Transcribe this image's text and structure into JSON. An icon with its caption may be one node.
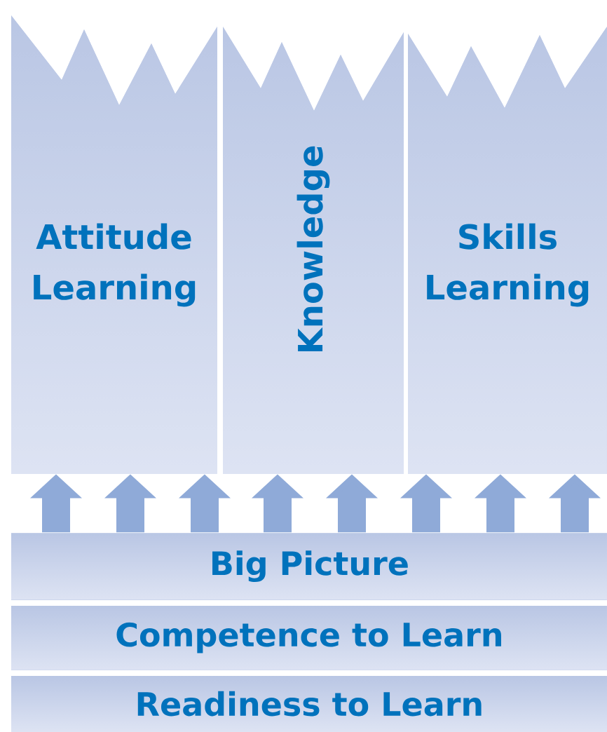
{
  "diagram": {
    "nodes": [
      {
        "text": [
          "Attitude Learning"
        ]
      },
      {
        "text": [
          "Knowledge"
        ]
      },
      {
        "text": [
          "Skills Learning"
        ]
      },
      {
        "text": [
          "Big Picture"
        ]
      },
      {
        "text": [
          "Competence to Learn"
        ]
      },
      {
        "text": [
          "Readiness to Learn"
        ]
      }
    ],
    "edges": [
      {
        "from": 3,
        "to": 0,
        "arrow": "to"
      },
      {
        "from": 3,
        "to": 0,
        "arrow": "to"
      },
      {
        "from": 3,
        "to": 0,
        "arrow": "to"
      },
      {
        "from": 3,
        "to": 1,
        "arrow": "to"
      },
      {
        "from": 3,
        "to": 1,
        "arrow": "to"
      },
      {
        "from": 3,
        "to": 2,
        "arrow": "to"
      },
      {
        "from": 3,
        "to": 2,
        "arrow": "to"
      },
      {
        "from": 3,
        "to": 2,
        "arrow": "to"
      }
    ]
  }
}
